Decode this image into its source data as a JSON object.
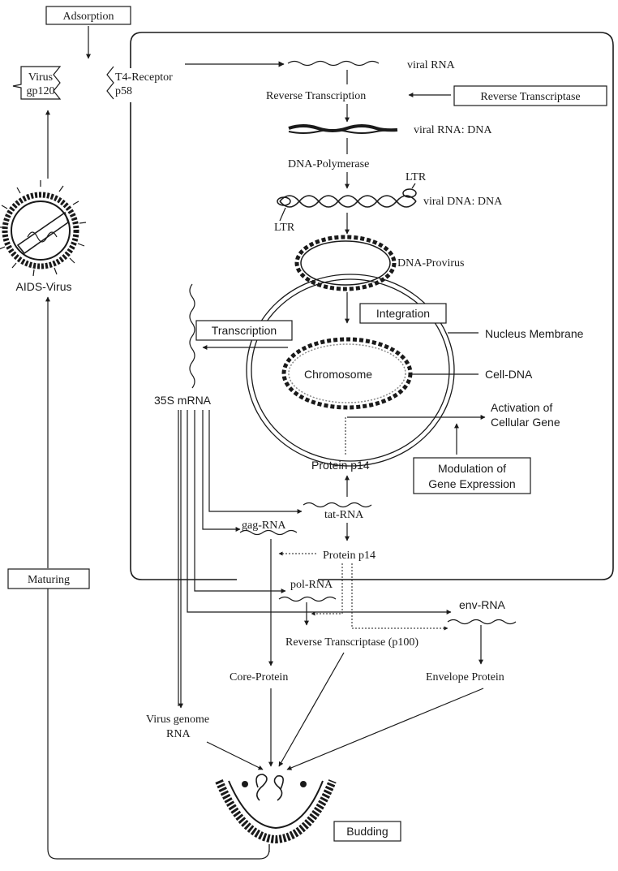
{
  "labels": {
    "adsorption": "Adsorption",
    "virus": "Virus",
    "gp120": "gp120",
    "t4_receptor": "T4-Receptor",
    "p58": "p58",
    "aids_virus": "AIDS-Virus",
    "maturing": "Maturing",
    "viral_rna": "viral RNA",
    "reverse_transcription": "Reverse Transcription",
    "reverse_transcriptase": "Reverse Transcriptase",
    "viral_rna_dna": "viral RNA: DNA",
    "dna_polymerase": "DNA-Polymerase",
    "ltr_top": "LTR",
    "ltr_bottom": "LTR",
    "viral_dna_dna": "viral DNA: DNA",
    "dna_provirus": "DNA-Provirus",
    "integration": "Integration",
    "transcription": "Transcription",
    "nucleus_membrane": "Nucleus Membrane",
    "chromosome": "Chromosome",
    "cell_dna": "Cell-DNA",
    "mrna_35s": "35S mRNA",
    "activation_1": "Activation of",
    "activation_2": "Cellular Gene",
    "protein_p14_top": "Protein p14",
    "modulation_1": "Modulation of",
    "modulation_2": "Gene Expression",
    "tat_rna": "tat-RNA",
    "gag_rna": "gag-RNA",
    "protein_p14_mid": "Protein p14",
    "pol_rna": "pol-RNA",
    "env_rna": "env-RNA",
    "rt_p100": "Reverse Transcriptase (p100)",
    "core_protein": "Core-Protein",
    "envelope_protein": "Envelope Protein",
    "virus_genome_1": "Virus genome",
    "virus_genome_2": "RNA",
    "budding": "Budding"
  }
}
